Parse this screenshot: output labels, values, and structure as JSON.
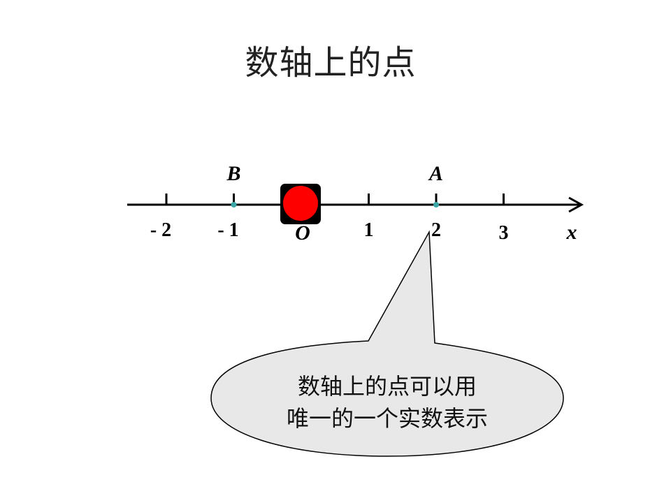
{
  "title": "数轴上的点",
  "number_line": {
    "axis_label": "x",
    "origin_label": "O",
    "ticks": [
      {
        "value": -2,
        "label": "- 2"
      },
      {
        "value": -1,
        "label": "- 1"
      },
      {
        "value": 1,
        "label": "1"
      },
      {
        "value": 2,
        "label": "2"
      },
      {
        "value": 3,
        "label": "3"
      }
    ],
    "points": [
      {
        "name": "B",
        "value": -1
      },
      {
        "name": "A",
        "value": 2
      }
    ],
    "origin_marker": {
      "fill": "#ff0000",
      "border": "#000000"
    },
    "point_color": "#3aa6a6"
  },
  "callout": {
    "line1": "数轴上的点可以用",
    "line2": "唯一的一个实数表示",
    "fill": "#e8e8e8",
    "stroke": "#000000"
  }
}
